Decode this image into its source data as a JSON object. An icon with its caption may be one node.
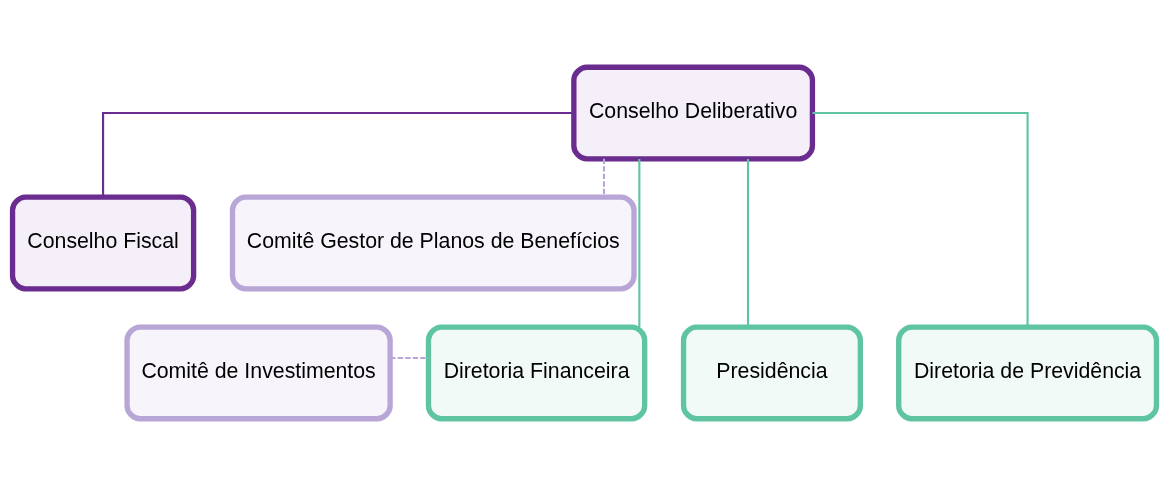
{
  "diagram": {
    "nodes": [
      {
        "text": [
          "Conselho Deliberativo"
        ]
      },
      {
        "text": [
          "Conselho Fiscal"
        ]
      },
      {
        "text": [
          "Comitê Gestor de Planos de Benefícios"
        ]
      },
      {
        "text": [
          "Comitê de Investimentos"
        ]
      },
      {
        "text": [
          "Diretoria Financeira"
        ]
      },
      {
        "text": [
          "Presidência"
        ]
      },
      {
        "text": [
          "Diretoria de Previdência"
        ]
      }
    ],
    "edges": [
      {
        "from": 0,
        "to": 1,
        "arrow": "none",
        "color": "#6a2c8e"
      },
      {
        "from": 0,
        "to": 2,
        "arrow": "none",
        "style": "dashed",
        "color": "#b8a6d6"
      },
      {
        "from": 0,
        "to": 4,
        "arrow": "none"
      },
      {
        "from": 0,
        "to": 5,
        "arrow": "none"
      },
      {
        "from": 0,
        "to": 6,
        "arrow": "none"
      },
      {
        "from": 3,
        "to": 4,
        "arrow": "none",
        "style": "dashed",
        "color": "#b8a6d6"
      }
    ]
  }
}
